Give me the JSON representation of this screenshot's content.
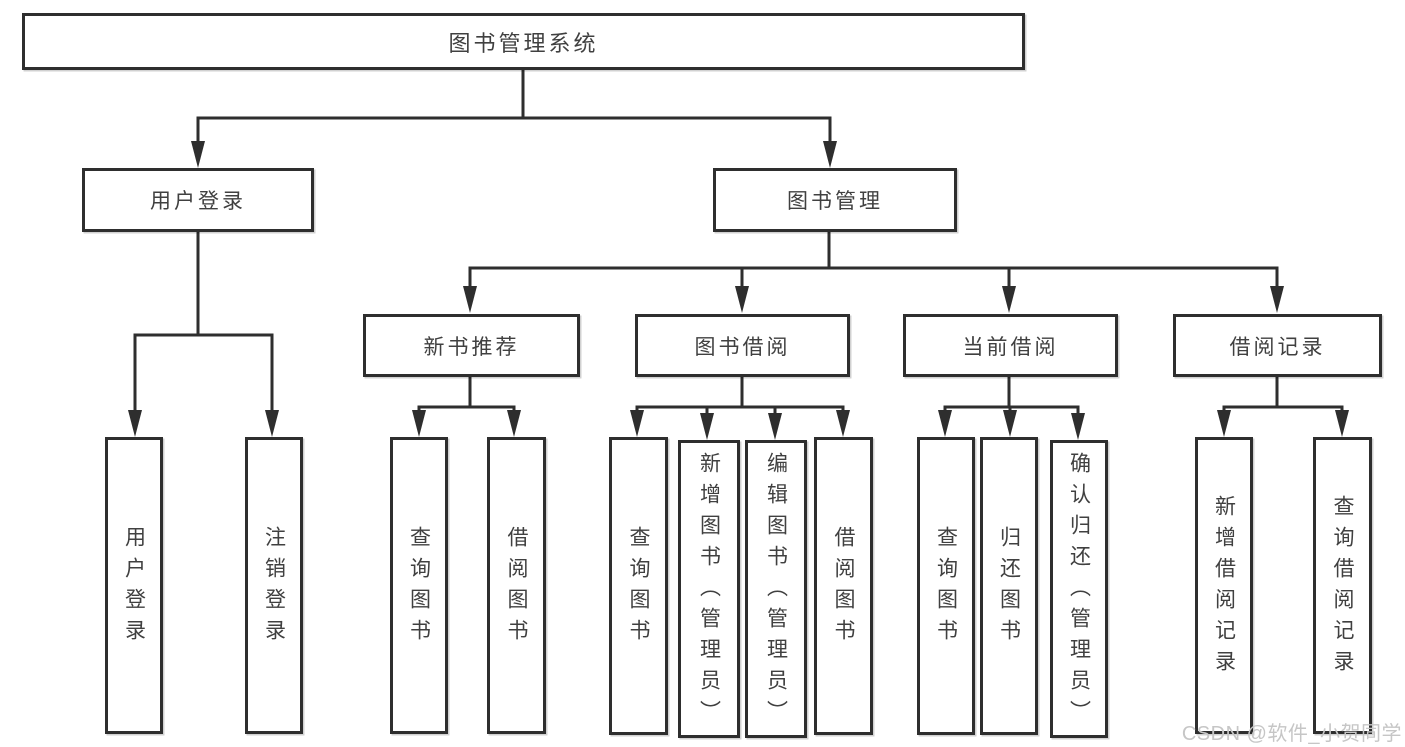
{
  "tree": {
    "label": "图书管理系统",
    "children": [
      {
        "label": "用户登录",
        "children": [
          {
            "label": "用户登录"
          },
          {
            "label": "注销登录"
          }
        ]
      },
      {
        "label": "图书管理",
        "children": [
          {
            "label": "新书推荐",
            "children": [
              {
                "label": "查询图书"
              },
              {
                "label": "借阅图书"
              }
            ]
          },
          {
            "label": "图书借阅",
            "children": [
              {
                "label": "查询图书"
              },
              {
                "label": "新增图书（管理员）"
              },
              {
                "label": "编辑图书（管理员）"
              },
              {
                "label": "借阅图书"
              }
            ]
          },
          {
            "label": "当前借阅",
            "children": [
              {
                "label": "查询图书"
              },
              {
                "label": "归还图书"
              },
              {
                "label": "确认归还（管理员）"
              }
            ]
          },
          {
            "label": "借阅记录",
            "children": [
              {
                "label": "新增借阅记录"
              },
              {
                "label": "查询借阅记录"
              }
            ]
          }
        ]
      }
    ]
  },
  "watermark": {
    "text": "CSDN @软件_小贺同学"
  },
  "colors": {
    "line": "#2e2e2e",
    "box_border": "#2e2e2e",
    "box_fill": "#ffffff",
    "text": "#404040",
    "watermark": "#c6c6c6",
    "background": "#ffffff"
  }
}
